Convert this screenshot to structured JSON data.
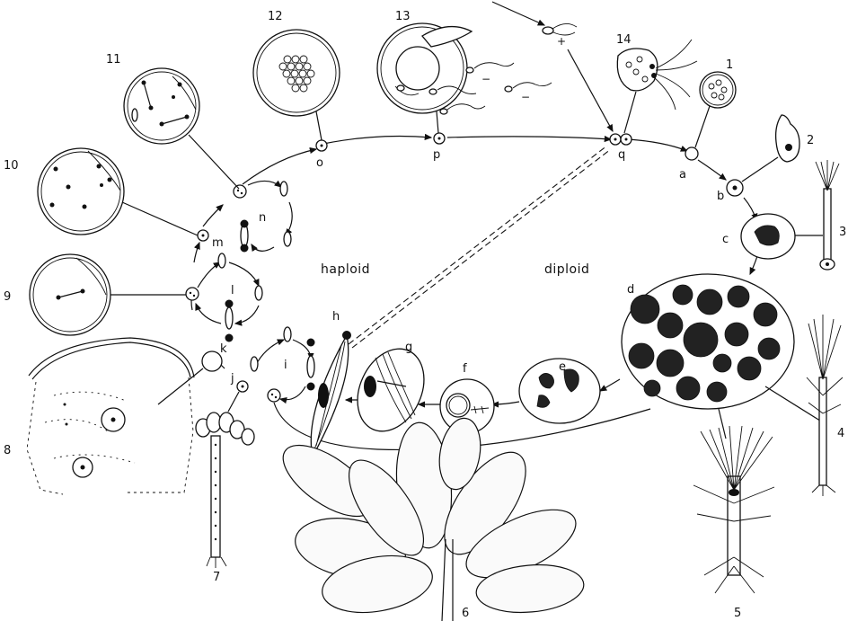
{
  "diagram": {
    "phase_labels": {
      "haploid": "haploid",
      "diploid": "diploid"
    },
    "stage_letters": [
      "a",
      "b",
      "c",
      "d",
      "e",
      "f",
      "g",
      "h",
      "i",
      "j",
      "k",
      "l",
      "m",
      "n",
      "o",
      "p",
      "q"
    ],
    "figure_numbers": [
      "1",
      "2",
      "3",
      "4",
      "5",
      "6",
      "7",
      "8",
      "9",
      "10",
      "11",
      "12",
      "13",
      "14"
    ],
    "colors": {
      "ink": "#111111",
      "background": "#ffffff"
    }
  }
}
